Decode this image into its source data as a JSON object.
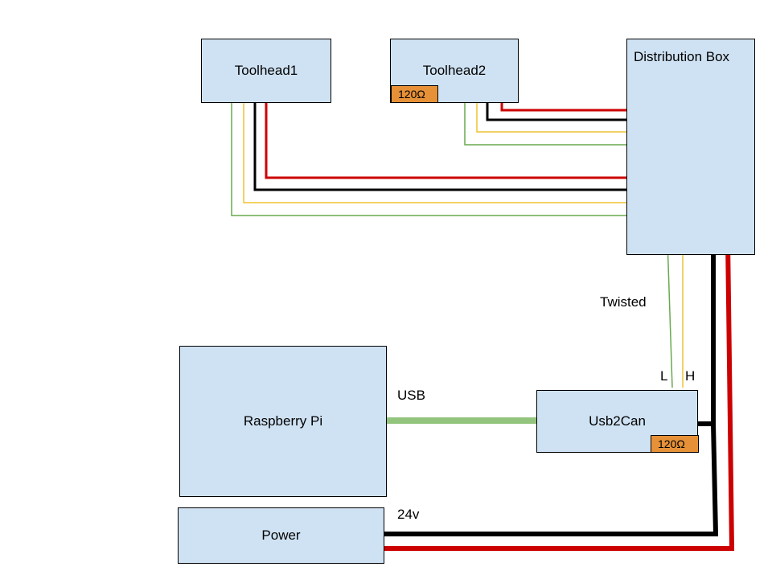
{
  "nodes": {
    "toolhead1": {
      "label": "Toolhead1"
    },
    "toolhead2": {
      "label": "Toolhead2",
      "resistor": "120Ω"
    },
    "distribution_box": {
      "label": "Distribution Box"
    },
    "raspberry_pi": {
      "label": "Raspberry Pi"
    },
    "usb2can": {
      "label": "Usb2Can",
      "resistor": "120Ω"
    },
    "power": {
      "label": "Power"
    }
  },
  "labels": {
    "twisted": "Twisted",
    "can_low": "L",
    "can_high": "H",
    "usb": "USB",
    "voltage": "24v"
  },
  "colors": {
    "box_fill": "#cfe2f3",
    "resistor_fill": "#e69138",
    "wire_red": "#cc0000",
    "wire_black": "#000000",
    "wire_yellow": "#f1c232",
    "wire_green": "#6aa84f",
    "usb_cable": "#93c47d"
  }
}
